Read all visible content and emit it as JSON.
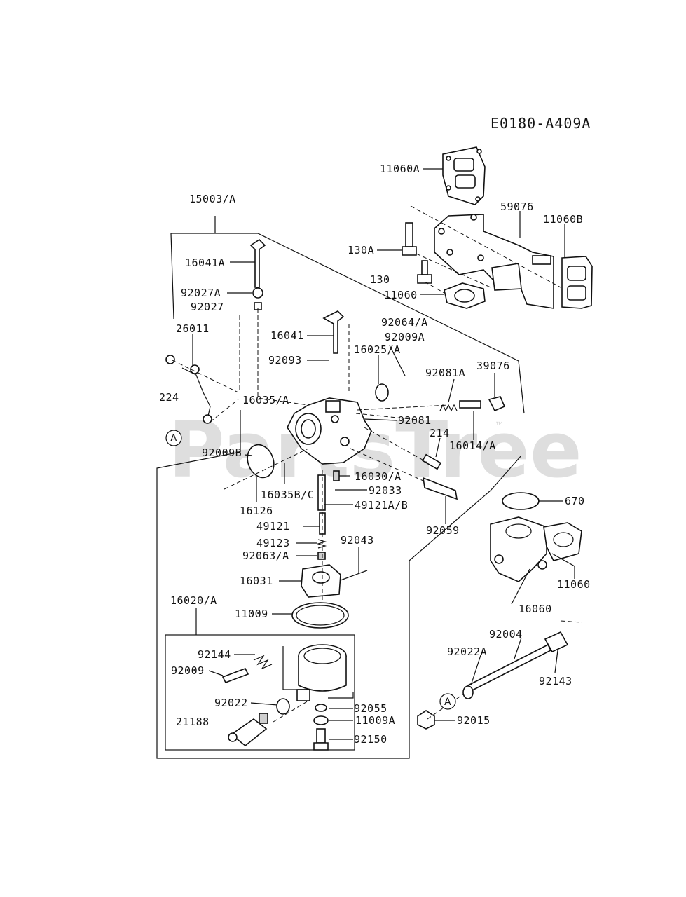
{
  "diagram_id": "E0180-A409A",
  "watermark": "PartsTree",
  "watermark_tm": "™",
  "reference_marker": "A",
  "labels": {
    "l11060A": "11060A",
    "l59076": "59076",
    "l11060B": "11060B",
    "l130A": "130A",
    "l130": "130",
    "l11060_top": "11060",
    "l15003A": "15003/A",
    "l16041A": "16041A",
    "l92027A": "92027A",
    "l92027": "92027",
    "l26011": "26011",
    "l224": "224",
    "l16041": "16041",
    "l92064A": "92064/A",
    "l92009A": "92009A",
    "l92093": "92093",
    "l16025A": "16025/A",
    "l92081A": "92081A",
    "l39076": "39076",
    "l16035A": "16035/A",
    "l92081": "92081",
    "l214": "214",
    "l16014A": "16014/A",
    "l92009B": "92009B",
    "l16030A": "16030/A",
    "l92033": "92033",
    "l16035BC": "16035B/C",
    "l49121AB": "49121A/B",
    "l16126": "16126",
    "l92059": "92059",
    "l49121": "49121",
    "l49123": "49123",
    "l92043": "92043",
    "l92063A": "92063/A",
    "l16031": "16031",
    "l670": "670",
    "l11060_right": "11060",
    "l16060": "16060",
    "l16020A": "16020/A",
    "l11009": "11009",
    "l92004": "92004",
    "l92144": "92144",
    "l92022A": "92022A",
    "l92009": "92009",
    "l92143": "92143",
    "l92022": "92022",
    "l92055": "92055",
    "l21188": "21188",
    "l11009A": "11009A",
    "l92015": "92015",
    "l92150": "92150"
  }
}
